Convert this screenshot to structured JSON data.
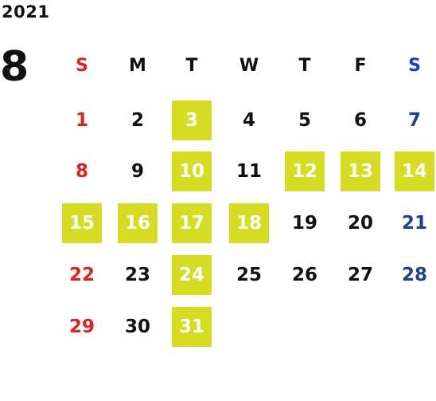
{
  "year": "2021",
  "month": "8",
  "weekdays": [
    "S",
    "M",
    "T",
    "W",
    "T",
    "F",
    "S"
  ],
  "colors": {
    "sunday": "#dd2222",
    "saturday": "#1f3f8f",
    "weekday": "#111111",
    "highlight_bg": "#d6dc22",
    "highlight_text": "#ffffff"
  },
  "days": [
    {
      "label": "1",
      "highlighted": false
    },
    {
      "label": "2",
      "highlighted": false
    },
    {
      "label": "3",
      "highlighted": true
    },
    {
      "label": "4",
      "highlighted": false
    },
    {
      "label": "5",
      "highlighted": false
    },
    {
      "label": "6",
      "highlighted": false
    },
    {
      "label": "7",
      "highlighted": false
    },
    {
      "label": "8",
      "highlighted": false
    },
    {
      "label": "9",
      "highlighted": false
    },
    {
      "label": "10",
      "highlighted": true
    },
    {
      "label": "11",
      "highlighted": false
    },
    {
      "label": "12",
      "highlighted": true
    },
    {
      "label": "13",
      "highlighted": true
    },
    {
      "label": "14",
      "highlighted": true
    },
    {
      "label": "15",
      "highlighted": true
    },
    {
      "label": "16",
      "highlighted": true
    },
    {
      "label": "17",
      "highlighted": true
    },
    {
      "label": "18",
      "highlighted": true
    },
    {
      "label": "19",
      "highlighted": false
    },
    {
      "label": "20",
      "highlighted": false
    },
    {
      "label": "21",
      "highlighted": false
    },
    {
      "label": "22",
      "highlighted": false
    },
    {
      "label": "23",
      "highlighted": false
    },
    {
      "label": "24",
      "highlighted": true
    },
    {
      "label": "25",
      "highlighted": false
    },
    {
      "label": "26",
      "highlighted": false
    },
    {
      "label": "27",
      "highlighted": false
    },
    {
      "label": "28",
      "highlighted": false
    },
    {
      "label": "29",
      "highlighted": false
    },
    {
      "label": "30",
      "highlighted": false
    },
    {
      "label": "31",
      "highlighted": true
    }
  ]
}
